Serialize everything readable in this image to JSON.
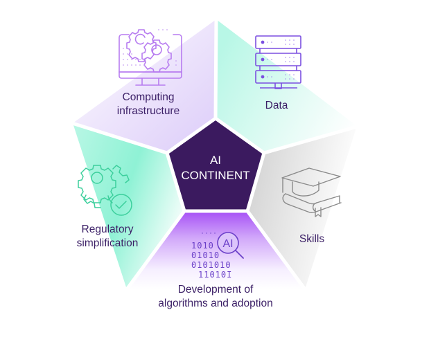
{
  "center": {
    "line1": "AI",
    "line2": "CONTINENT",
    "color": "#3b1a5f"
  },
  "segments": [
    {
      "id": "computing-infrastructure",
      "line1": "Computing",
      "line2": "infrastructure",
      "icon": "computer-gears-icon",
      "icon_color": "#b77cf0",
      "fill_from": "#ffffff",
      "fill_to": "#e6d9fb"
    },
    {
      "id": "data",
      "line1": "Data",
      "icon": "server-stack-icon",
      "icon_color": "#7b4fe0",
      "fill_from": "#c8f9ec",
      "fill_to": "#ffffff"
    },
    {
      "id": "skills",
      "line1": "Skills",
      "icon": "graduation-cap-book-icon",
      "icon_color": "#8a8a8a",
      "fill_from": "#d9d9d9",
      "fill_to": "#ffffff"
    },
    {
      "id": "development-of-algorithms",
      "line1": "Development of",
      "line2": "algorithms and adoption",
      "icon": "binary-ai-magnifier-icon",
      "icon_color": "#6a3fc8",
      "fill_from": "#a855f7",
      "fill_to": "#ffffff"
    },
    {
      "id": "regulatory-simplification",
      "line1": "Regulatory",
      "line2": "simplification",
      "icon": "gears-check-icon",
      "icon_color": "#3ccf9c",
      "fill_from": "#7ff0d0",
      "fill_to": "#ffffff"
    }
  ],
  "icon_texts": {
    "binary_rows": [
      "1010",
      "01010",
      "0101010",
      "11010I"
    ],
    "ai_lens": "AI"
  }
}
